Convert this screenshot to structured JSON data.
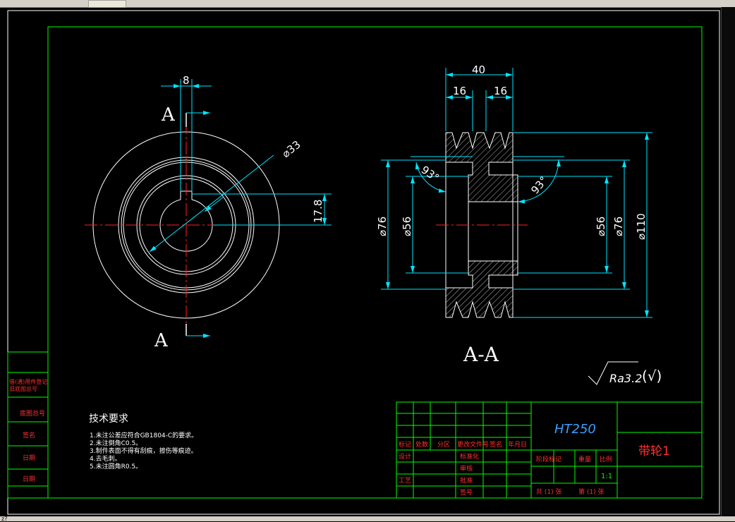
{
  "view_labels": {
    "section_top": "A",
    "section_bottom": "A",
    "section_view": "A-A"
  },
  "dimensions": {
    "key_width": "8",
    "dia_33": "⌀33",
    "key_depth": "17.8",
    "width_total": "40",
    "groove_left": "16",
    "groove_right": "16",
    "angle_left": "93°",
    "angle_right": "93°",
    "dia_76_left": "⌀76",
    "dia_56_left": "⌀56",
    "dia_56_right": "⌀56",
    "dia_76_right": "⌀76",
    "dia_110": "⌀110"
  },
  "roughness": {
    "value": "Ra3.2",
    "check": "(√)"
  },
  "tech_requirements": {
    "title": "技术要求",
    "items": [
      "1.未注公差应符合GB1804-C的要求。",
      "2.未注倒角C0.5。",
      "3.制件表面不得有刮痕，擦伤等痕迹。",
      "4.去毛刺。",
      "5.未注圆角R0.5。"
    ]
  },
  "left_strip": [
    "借(通)用件登记",
    "旧底图总号",
    "底图总号",
    "签名",
    "日期",
    "日期"
  ],
  "title_block": {
    "material": "HT250",
    "part_name": "带轮1",
    "scale": "1:1",
    "row_labels": [
      "标记",
      "处数",
      "分区",
      "更改文件号",
      "签名",
      "年月日"
    ],
    "design": "设计",
    "standardize": "标准化",
    "review": "审核",
    "process": "工艺",
    "approve": "批准",
    "sign": "签号",
    "stage_mark": "阶段标记",
    "weight": "重量",
    "ratio": "比例",
    "sheets": "共 (1) 张",
    "sheet_no": "第 (1) 张"
  },
  "status": {
    "bottom_left": "z?"
  },
  "colors": {
    "background": "#000000",
    "line": "#ffffff",
    "dimension": "#00e5ff",
    "border": "#00ff00",
    "center": "#ff2020"
  }
}
